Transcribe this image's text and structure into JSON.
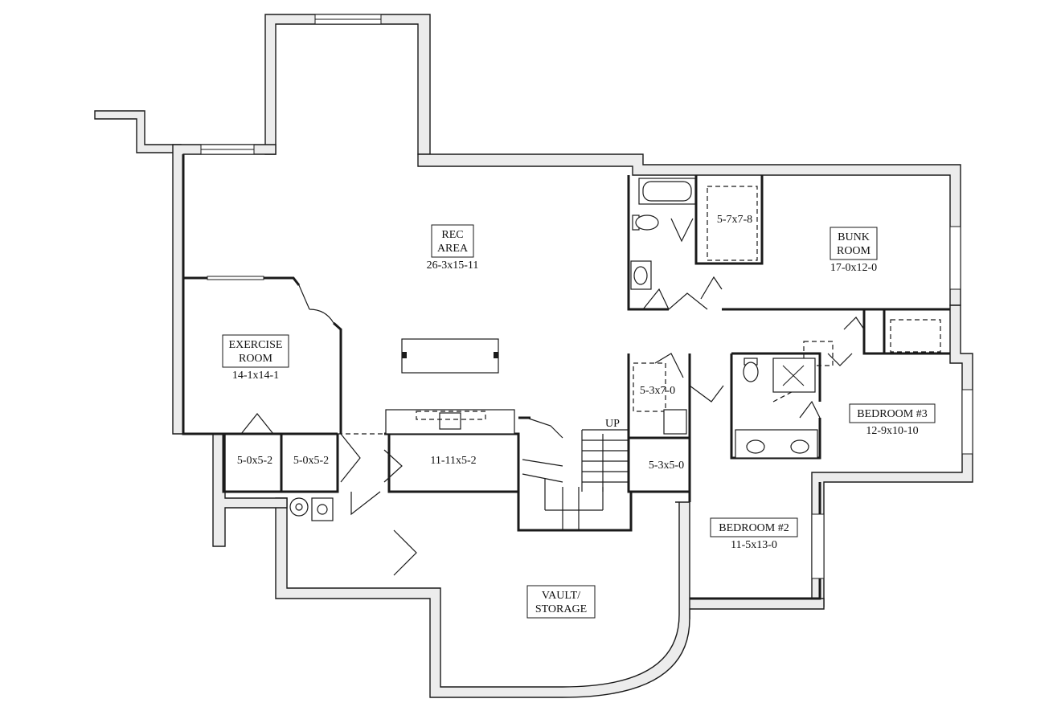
{
  "plan": {
    "rooms": [
      {
        "id": "rec-area",
        "name_lines": [
          "REC",
          "AREA"
        ],
        "size": "26-3x15-11",
        "boxed": true
      },
      {
        "id": "exercise-room",
        "name_lines": [
          "EXERCISE",
          "ROOM"
        ],
        "size": "14-1x14-1",
        "boxed": true
      },
      {
        "id": "bunk-room",
        "name_lines": [
          "BUNK",
          "ROOM"
        ],
        "size": "17-0x12-0",
        "boxed": true
      },
      {
        "id": "bedroom-3",
        "name_lines": [
          "BEDROOM #3"
        ],
        "size": "12-9x10-10",
        "boxed": true
      },
      {
        "id": "bedroom-2",
        "name_lines": [
          "BEDROOM #2"
        ],
        "size": "11-5x13-0",
        "boxed": true
      },
      {
        "id": "vault-storage",
        "name_lines": [
          "VAULT/",
          "STORAGE"
        ],
        "size": "",
        "boxed": true
      }
    ],
    "small_labels": [
      {
        "id": "closet-bunk",
        "text": "5-7x7-8"
      },
      {
        "id": "bath-2",
        "text": "5-3x7-0"
      },
      {
        "id": "closet-bed2",
        "text": "5-3x5-0"
      },
      {
        "id": "closet-a",
        "text": "5-0x5-2"
      },
      {
        "id": "closet-b",
        "text": "5-0x5-2"
      },
      {
        "id": "storage-hall",
        "text": "11-11x5-2"
      }
    ],
    "stair_label": "UP"
  }
}
